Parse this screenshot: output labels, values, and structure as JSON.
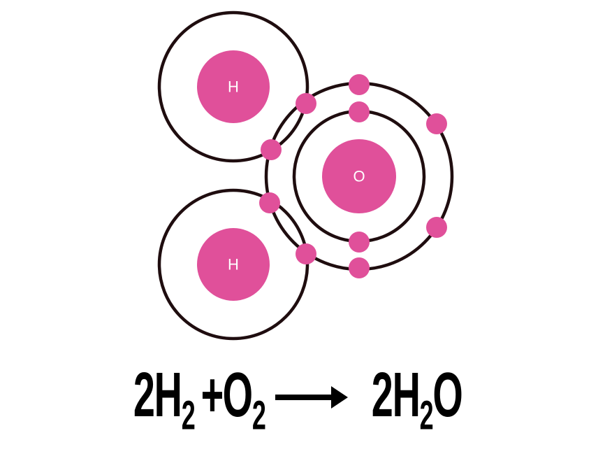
{
  "atoms": [
    {
      "symbol": "H"
    },
    {
      "symbol": "H"
    },
    {
      "symbol": "O"
    }
  ],
  "equation": {
    "reactant1": {
      "coefficient": "2",
      "element": "H",
      "subscript": "2"
    },
    "plus": "+",
    "reactant2": {
      "element": "O",
      "subscript": "2"
    },
    "product": {
      "coefficient": "2",
      "element": "H",
      "subscript": "2",
      "tail": "O"
    }
  },
  "colors": {
    "nucleus": "#e0509a",
    "electron": "#e0509a",
    "shell": "#1f0d0f",
    "text": "#000000"
  }
}
